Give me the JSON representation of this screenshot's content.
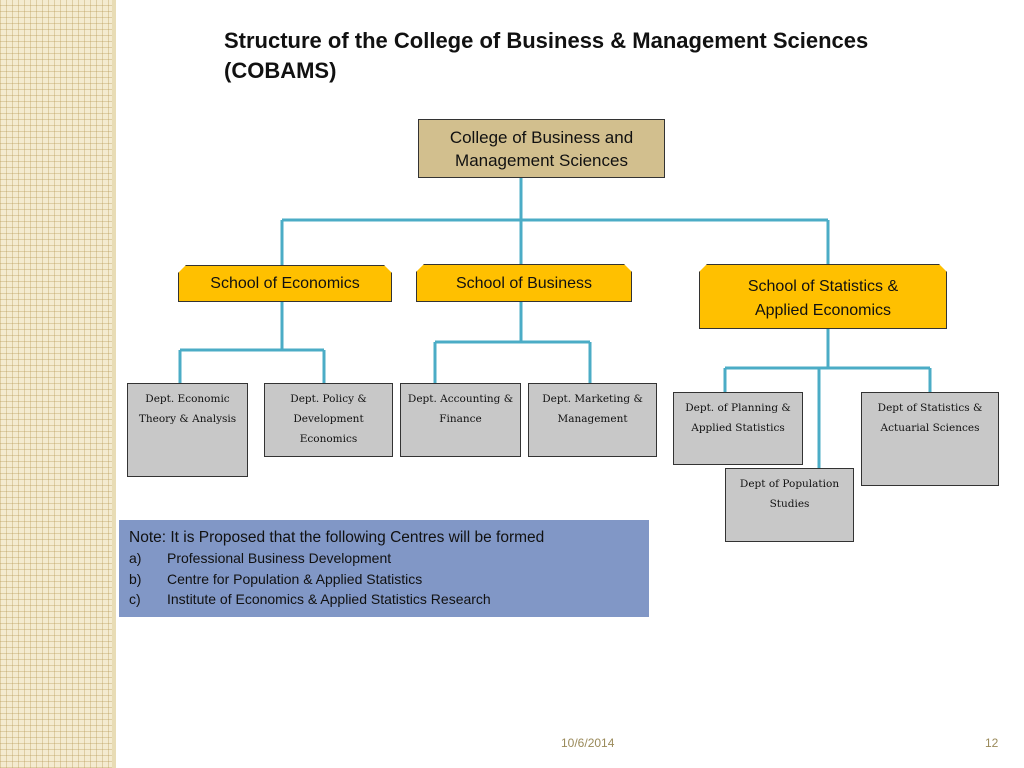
{
  "title": "Structure of the College of Business & Management Sciences (COBAMS)",
  "college": "College of  Business and Management Sciences",
  "schools": {
    "economics": "School of Economics",
    "business": "School of Business",
    "statistics": "School of Statistics & Applied Economics"
  },
  "departments": {
    "econ_theory": "Dept. Economic Theory & Analysis",
    "policy": "Dept. Policy & Development Economics",
    "accounting": "Dept. Accounting & Finance",
    "marketing": "Dept. Marketing & Management",
    "planning": "Dept. of Planning & Applied Statistics",
    "actuarial": "Dept of Statistics & Actuarial Sciences",
    "population": "Dept of Population Studies"
  },
  "note": {
    "heading": "Note: It is Proposed that the following Centres will be formed",
    "items": [
      {
        "marker": "a)",
        "text": "Professional Business Development"
      },
      {
        "marker": "b)",
        "text": "Centre for Population & Applied Statistics"
      },
      {
        "marker": "c)",
        "text": "Institute of Economics & Applied Statistics Research"
      }
    ]
  },
  "footer": {
    "date": "10/6/2014",
    "page": "12"
  },
  "colors": {
    "connector": "#4bacc6",
    "college_fill": "#d2bf8e",
    "school_fill": "#ffc000",
    "dept_fill": "#c8c8c8",
    "note_fill": "#8197c6"
  }
}
